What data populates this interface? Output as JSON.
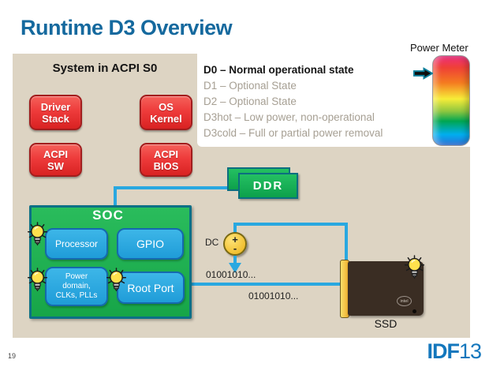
{
  "slide": {
    "title": "Runtime D3 Overview",
    "page_number": "19",
    "logo_idf": "IDF",
    "logo_year": "13"
  },
  "power_meter": {
    "label": "Power Meter"
  },
  "system_box": {
    "title": "System in ACPI S0",
    "driver_stack": {
      "line1": "Driver",
      "line2": "Stack"
    },
    "os_kernel": {
      "line1": "OS",
      "line2": "Kernel"
    },
    "acpi_sw": {
      "line1": "ACPI",
      "line2": "SW"
    },
    "acpi_bios": {
      "line1": "ACPI",
      "line2": "BIOS"
    }
  },
  "d_states": [
    {
      "label": "D0 – Normal operational state"
    },
    {
      "label": "D1 – Optional State"
    },
    {
      "label": "D2 – Optional State"
    },
    {
      "label": "D3hot – Low power, non-operational"
    },
    {
      "label": "D3cold – Full or partial power removal"
    }
  ],
  "soc": {
    "title": "SOC",
    "processor": "Processor",
    "gpio": "GPIO",
    "power_domain": {
      "line1": "Power",
      "line2": "domain,",
      "line3": "CLKs, PLLs"
    },
    "root_port": "Root Port"
  },
  "ddr": {
    "label": "DDR"
  },
  "dc_source": {
    "label": "DC",
    "plus": "+",
    "minus": "-"
  },
  "bus_labels": {
    "upper": "01001010...",
    "lower": "01001010..."
  },
  "ssd": {
    "label": "SSD",
    "brand": "intel"
  },
  "colors": {
    "accent_wire_blue": "#29a8e0",
    "title_blue": "#15699e",
    "panel_beige": "#ddd4c3",
    "button_red": "#e42a2a",
    "box_green": "#1cb24e",
    "block_blue": "#29abe2",
    "logo_blue": "#1377bd"
  }
}
